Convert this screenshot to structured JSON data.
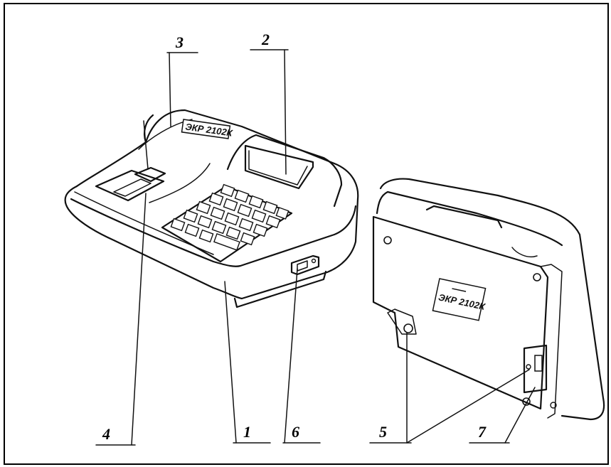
{
  "diagram": {
    "model_plate_front": "ЭКР 2102К",
    "model_plate_back": "ЭКР 2102К",
    "callouts": [
      {
        "id": "c3",
        "label": "3"
      },
      {
        "id": "c2",
        "label": "2"
      },
      {
        "id": "c4",
        "label": "4"
      },
      {
        "id": "c1",
        "label": "1"
      },
      {
        "id": "c6",
        "label": "6"
      },
      {
        "id": "c5",
        "label": "5"
      },
      {
        "id": "c7",
        "label": "7"
      }
    ]
  }
}
